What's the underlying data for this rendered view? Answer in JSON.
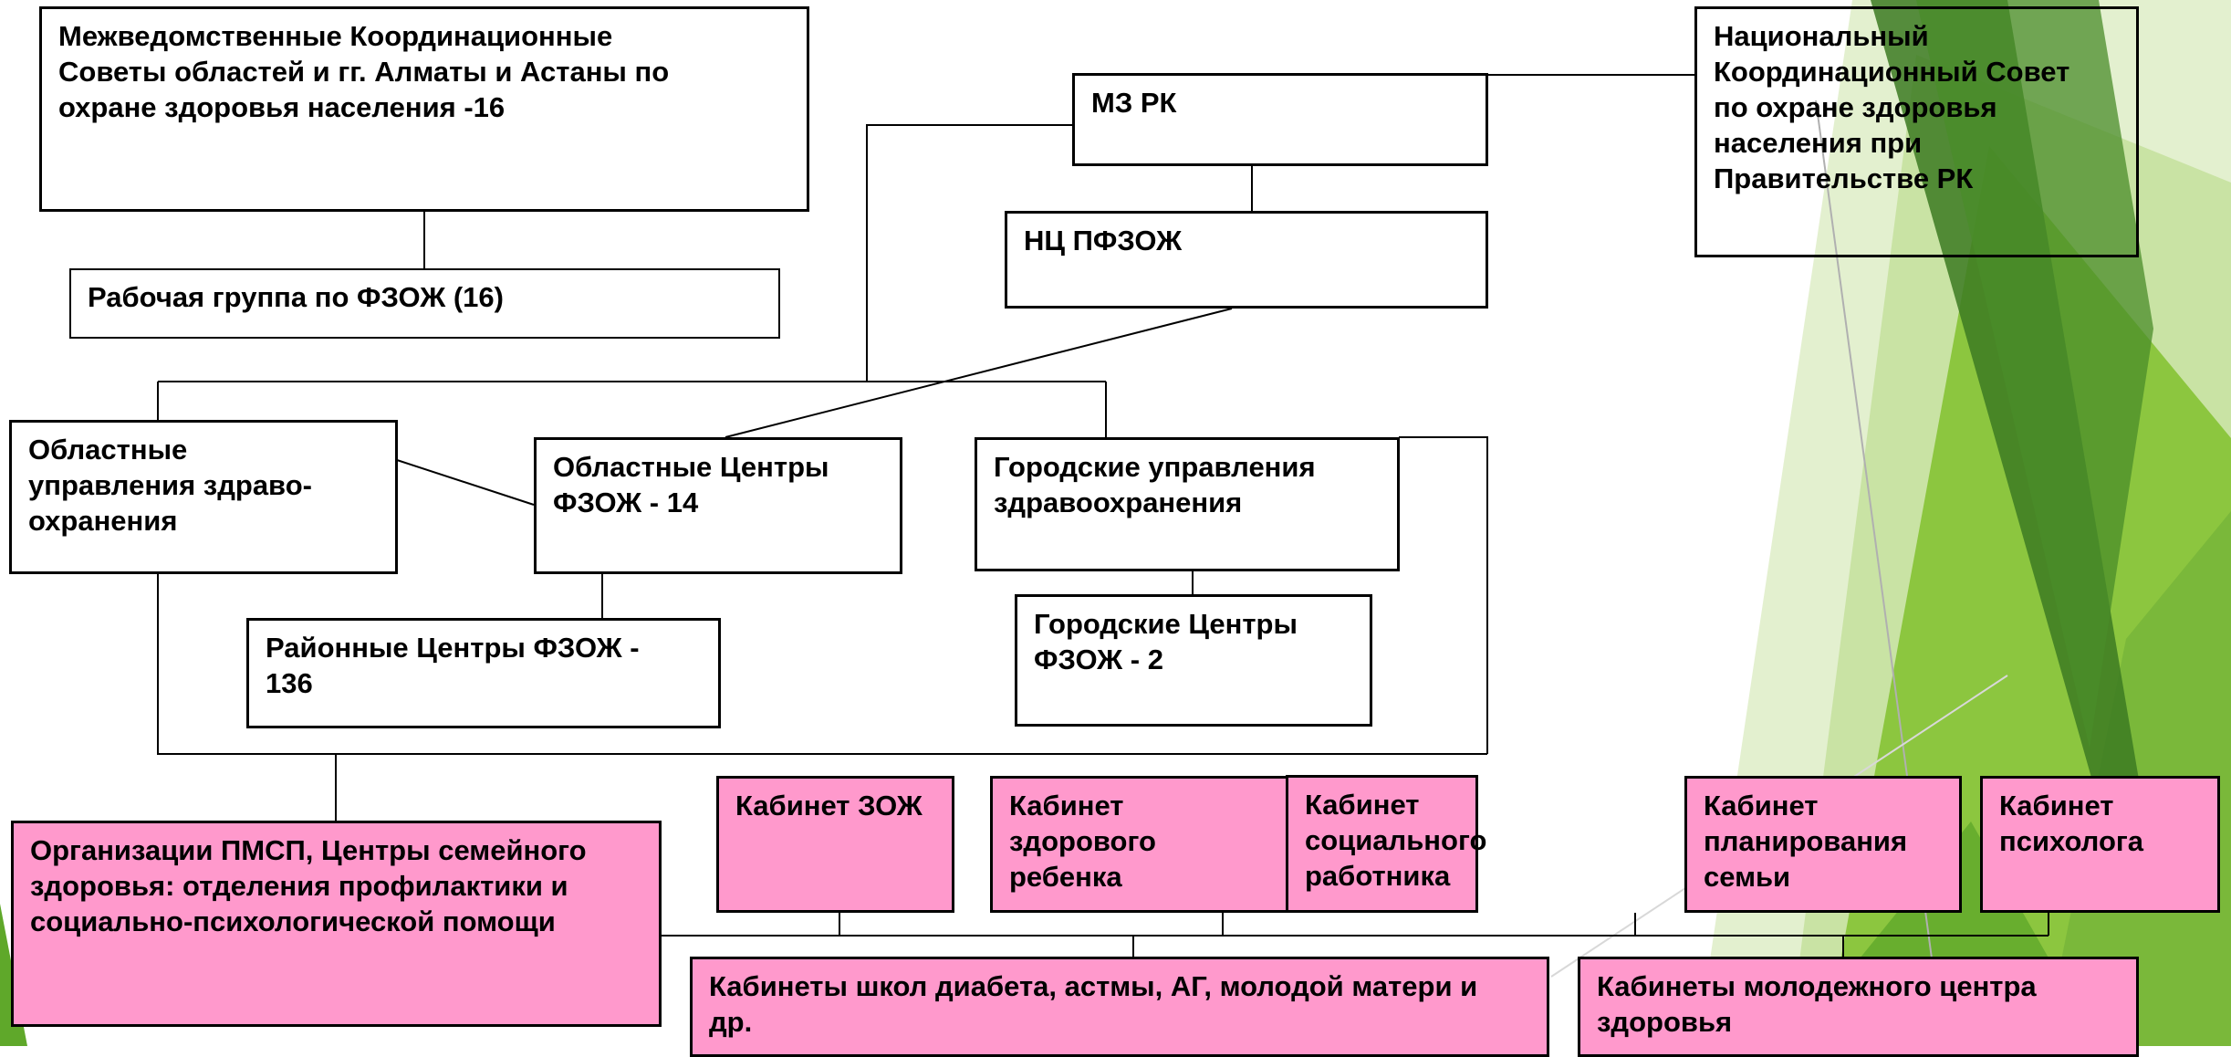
{
  "colors": {
    "box_border": "#000000",
    "pink_fill": "#ff99cc",
    "green_dark": "#3c7a22",
    "green_mid": "#5fa82a",
    "green_light": "#8cc63f",
    "green_pale": "#c9e3a4"
  },
  "boxes": {
    "interagency_councils": "Межведомственные Координационные\nСоветы областей и гг. Алматы и Астаны по\nохране  здоровья населения -16",
    "working_group": "Рабочая группа по ФЗОЖ (16)",
    "mz_rk": "МЗ РК",
    "nc_pfzozh": "НЦ ПФЗОЖ",
    "national_council": "Национальный\nКоординационный Совет\nпо охране здоровья\nнаселения при\nПравительстве РК",
    "regional_health_depts": "Областные\nуправления здраво-\nохранения",
    "regional_centers": "Областные Центры\nФЗОЖ - 14",
    "city_health_depts": "Городские управления\nздравоохранения",
    "district_centers": "Районные Центры ФЗОЖ -\n136",
    "city_centers": "Городские Центры\nФЗОЖ - 2",
    "phc_organizations": "Организации ПМСП, Центры семейного\nздоровья: отделения профилактики и\nсоциально-психологической помощи",
    "cabinet_zozh": "Кабинет ЗОЖ",
    "cabinet_healthy_child": "Кабинет здорового\nребенка",
    "cabinet_social_worker": "Кабинет\nсоциального\nработника",
    "cabinet_family_planning": "Кабинет\nпланирования\nсемьи",
    "cabinet_psychologist": "Кабинет\nпсихолога",
    "cabinets_schools": "Кабинеты школ диабета, астмы, АГ, молодой матери и\nдр.",
    "cabinets_youth_center": "Кабинеты молодежного центра\nздоровья"
  }
}
